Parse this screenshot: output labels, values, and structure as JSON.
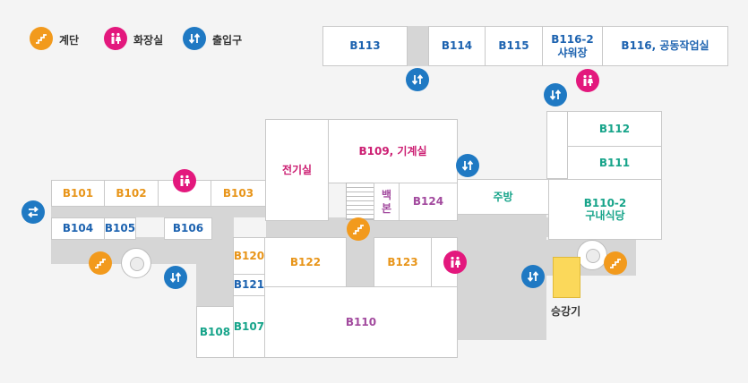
{
  "legend": {
    "stairs_label": "계단",
    "restroom_label": "화장실",
    "entrance_label": "출입구"
  },
  "rooms": {
    "b113": "B113",
    "b114": "B114",
    "b115": "B115",
    "b116_2": "B116-2\n샤워장",
    "b116": "B116, 공동작업실",
    "b112": "B112",
    "b111": "B111",
    "b110_2": "B110-2\n구내식당",
    "kitchen": "주방",
    "electric": "전기실",
    "b109": "B109, 기계실",
    "baekbon": "백\n본",
    "b124": "B124",
    "b101": "B101",
    "b102": "B102",
    "b103": "B103",
    "b104": "B104",
    "b105": "B105",
    "b106": "B106",
    "b120": "B120",
    "b121": "B121",
    "b122": "B122",
    "b123": "B123",
    "b107": "B107",
    "b108": "B108",
    "b110": "B110"
  },
  "elevator_label": "승강기",
  "colors": {
    "stairs": "#f29a1d",
    "restroom": "#e3187d",
    "entrance": "#1f79c3",
    "room_blue": "#1d63b0",
    "room_orange": "#e8951a",
    "room_teal": "#17a48a",
    "room_pink": "#cc1e72",
    "room_purple": "#a24a9e",
    "elevator": "#fbd85a"
  },
  "icons": {
    "stairs": "stairs-icon",
    "restroom": "restroom-icon",
    "entrance": "entrance-icon"
  }
}
